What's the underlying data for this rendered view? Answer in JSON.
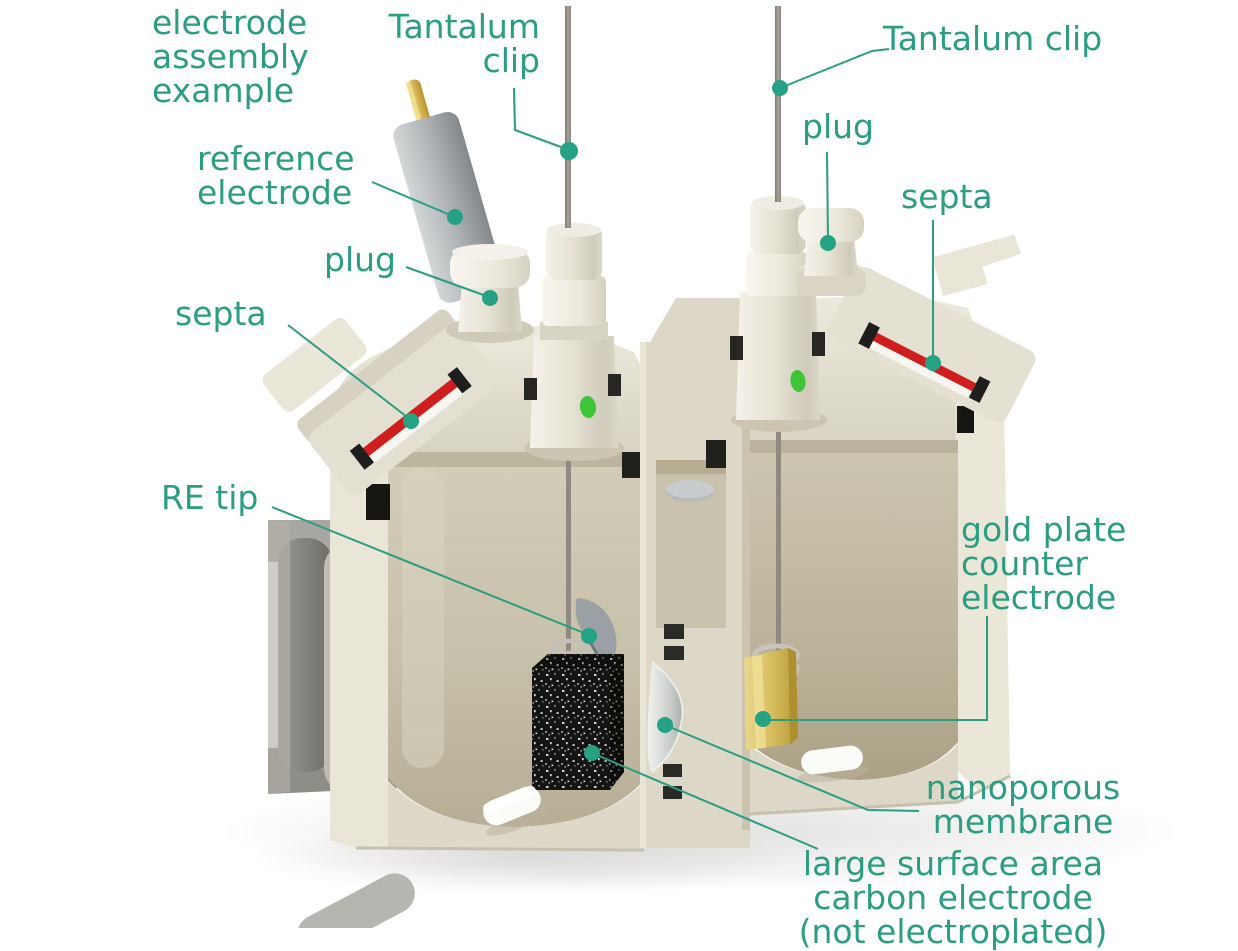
{
  "annotations": {
    "title": {
      "line1": "electrode",
      "line2": "assembly",
      "line3": "example"
    },
    "tantalum_clip_left": {
      "line1": "Tantalum",
      "line2": "clip"
    },
    "tantalum_clip_right": {
      "text": "Tantalum clip"
    },
    "reference_electrode": {
      "line1": "reference",
      "line2": "electrode"
    },
    "plug_left": {
      "text": "plug"
    },
    "septa_left": {
      "text": "septa"
    },
    "plug_right": {
      "text": "plug"
    },
    "septa_right": {
      "text": "septa"
    },
    "re_tip": {
      "text": "RE tip"
    },
    "gold_plate_counter_electrode": {
      "line1": "gold plate",
      "line2": "counter",
      "line3": "electrode"
    },
    "nanoporous_membrane": {
      "line1": "nanoporous",
      "line2": "membrane"
    },
    "carbon_electrode": {
      "line1": "large surface area",
      "line2": "carbon electrode",
      "line3": "(not electroplated)"
    }
  },
  "colors": {
    "label_text": "#2a9d82",
    "leader_line": "#2a9d82",
    "marker_dot": "#25a183",
    "port_marker_green": "#3ec437",
    "septum_red": "#d01e1e",
    "gold_plate": "#d9c06a",
    "carbon_black": "#151513",
    "body_cream": "#e0dbca",
    "chamber_tan": "#c9c2ad",
    "wire_gray": "#98928a",
    "reference_electrode_gray": "#a7abad",
    "pin_gold": "#cfa92f",
    "background": "#ffffff"
  }
}
